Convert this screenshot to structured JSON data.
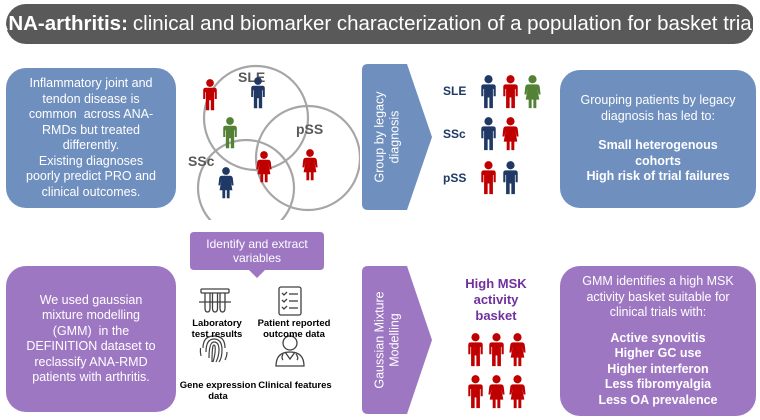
{
  "title": {
    "bold": "ANA-arthritis:",
    "rest": "clinical and biomarker characterization of a population for basket trials"
  },
  "intro_box": {
    "lines": [
      "Inflammatory joint and",
      "tendon disease is",
      "common  across ANA-",
      "RMDs but treated",
      "differently.",
      "Existing diagnoses",
      "poorly predict PRO and",
      "clinical outcomes."
    ]
  },
  "venn": {
    "labels": [
      "SLE",
      "pSS",
      "SSc"
    ]
  },
  "arrow_top": {
    "lines": [
      "Group by legacy",
      "diagnosis"
    ]
  },
  "diagnosis_rows": [
    {
      "label": "SLE"
    },
    {
      "label": "SSc"
    },
    {
      "label": "pSS"
    }
  ],
  "legacy_box": {
    "intro_lines": [
      "Grouping patients by legacy",
      "diagnosis has led to:"
    ],
    "bold_lines": [
      "Small heterogenous cohorts",
      "High risk of trial failures"
    ]
  },
  "gmm_method_box": {
    "lines": [
      "We used gaussian",
      "mixture modelling",
      "(GMM)  in the",
      "DEFINITION dataset to",
      "reclassify ANA-RMD",
      "patients with arthritis."
    ]
  },
  "identify_box": {
    "lines": [
      "Identify and extract",
      "variables"
    ]
  },
  "variable_icons": [
    {
      "label_lines": [
        "Laboratory",
        "test results"
      ],
      "icon": "test-tubes-icon"
    },
    {
      "label_lines": [
        "Patient reported",
        "outcome data"
      ],
      "icon": "checklist-icon"
    },
    {
      "label_lines": [
        "Gene expression",
        "data"
      ],
      "icon": "fingerprint-icon"
    },
    {
      "label_lines": [
        "Clinical features"
      ],
      "icon": "doctor-icon"
    }
  ],
  "arrow_bottom": {
    "lines": [
      "Gaussian Mixture",
      "Modelling"
    ]
  },
  "basket": {
    "lines": [
      "High MSK",
      "activity",
      "basket"
    ]
  },
  "gmm_result_box": {
    "intro_lines": [
      "GMM identifies a high MSK",
      "activity basket suitable for",
      "clinical trials with:"
    ],
    "bold_lines": [
      "Active synovitis",
      "Higher GC use",
      "Higher interferon",
      "Less fibromyalgia",
      "Less OA prevalence"
    ]
  },
  "colors": {
    "blue": "#6f8fbf",
    "purple": "#9e77c3",
    "red": "#c00000",
    "navy": "#1f3864",
    "green": "#538135",
    "title_bg": "#595959",
    "basket_text": "#7030a0"
  }
}
